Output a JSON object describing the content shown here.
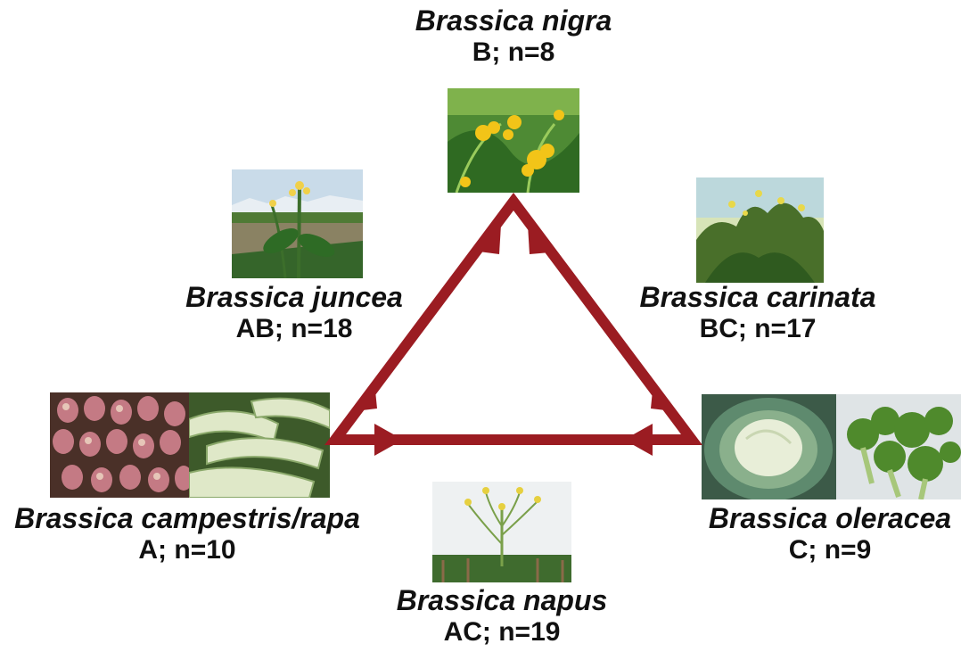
{
  "species": {
    "nigra": {
      "name": "Brassica nigra",
      "genome": "B; n=8"
    },
    "juncea": {
      "name": "Brassica juncea",
      "genome": "AB; n=18"
    },
    "carinata": {
      "name": "Brassica carinata",
      "genome": "BC; n=17"
    },
    "rapa": {
      "name": "Brassica campestris/rapa",
      "genome": "A; n=10"
    },
    "oleracea": {
      "name": "Brassica oleracea",
      "genome": "C; n=9"
    },
    "napus": {
      "name": "Brassica napus",
      "genome": "AC; n=19"
    }
  },
  "colors": {
    "triangle": "#9b1c22",
    "leaf_green": "#3f7a2a",
    "flower_yellow": "#f2c418"
  },
  "icons": [
    "mustard-flower-photo",
    "juncea-plant-photo",
    "carinata-plant-photo",
    "turnip-photo",
    "chinese-cabbage-photo",
    "cabbage-photo",
    "broccoli-photo",
    "napus-plant-photo"
  ]
}
